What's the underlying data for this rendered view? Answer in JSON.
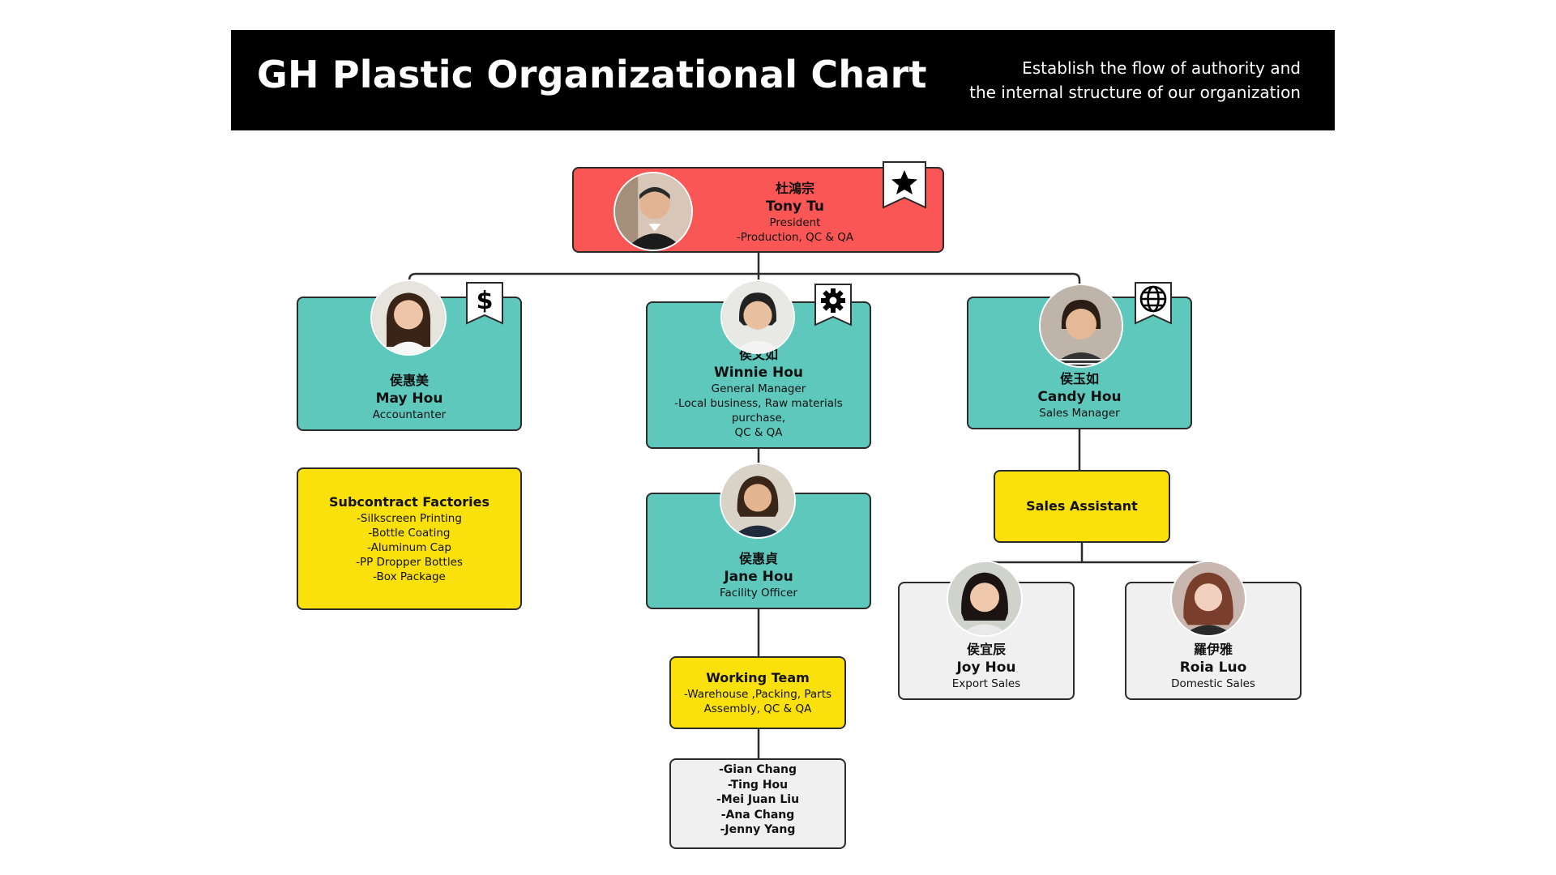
{
  "header": {
    "title": "GH Plastic Organizational Chart",
    "subtitle_line1": "Establish the flow of authority and",
    "subtitle_line2": "the internal structure of our organization"
  },
  "president": {
    "name_cn": "杜鴻宗",
    "name_en": "Tony Tu",
    "role": "President",
    "note": "-Production, QC & QA",
    "badge_icon": "star-icon"
  },
  "accountant": {
    "name_cn": "侯惠美",
    "name_en": "May Hou",
    "role": "Accountanter",
    "badge_icon": "dollar-icon"
  },
  "general_manager": {
    "name_cn": "侯文如",
    "name_en": "Winnie Hou",
    "role": "General Manager",
    "note_line1": "-Local business, Raw materials purchase,",
    "note_line2": "QC & QA",
    "badge_icon": "gear-icon"
  },
  "sales_manager": {
    "name_cn": "侯玉如",
    "name_en": "Candy Hou",
    "role": "Sales Manager",
    "badge_icon": "globe-icon"
  },
  "subcontract": {
    "title": "Subcontract Factories",
    "items": [
      "-Silkscreen Printing",
      "-Bottle Coating",
      "-Aluminum Cap",
      "-PP Dropper Bottles",
      "-Box Package"
    ]
  },
  "facility_officer": {
    "name_cn": "侯惠貞",
    "name_en": "Jane Hou",
    "role": "Facility Officer"
  },
  "sales_assistant": {
    "title": "Sales Assistant"
  },
  "working_team": {
    "title": "Working Team",
    "note_line1": "-Warehouse ,Packing, Parts",
    "note_line2": "Assembly, QC & QA"
  },
  "team_members": [
    "-Gian Chang",
    "-Ting Hou",
    "-Mei Juan Liu",
    "-Ana Chang",
    "-Jenny Yang"
  ],
  "export_sales": {
    "name_cn": "侯宜辰",
    "name_en": "Joy Hou",
    "role": "Export Sales"
  },
  "domestic_sales": {
    "name_cn": "羅伊雅",
    "name_en": "Roia Luo",
    "role": "Domestic Sales"
  },
  "colors": {
    "teal": "#5ec8bd",
    "red": "#fa5656",
    "yellow": "#fbe10c",
    "grey": "#f0f0f0",
    "header": "#000000"
  }
}
